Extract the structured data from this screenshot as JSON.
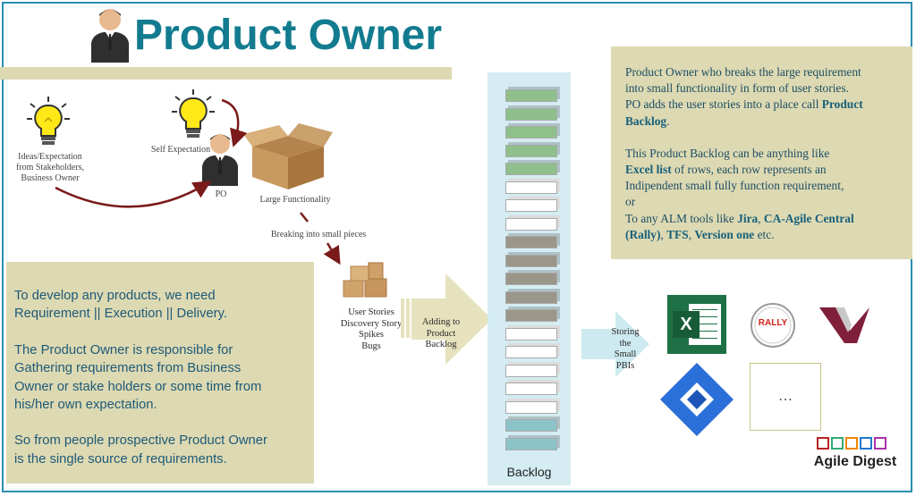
{
  "title": "Product Owner",
  "labels": {
    "ideas": "Ideas/Expectation from Stakeholders, Business Owner",
    "self_expectation": "Self Expectation",
    "po": "PO",
    "large_functionality": "Large Functionality",
    "breaking": "Breaking into small pieces",
    "pieces": [
      "User Stories",
      "Discovery Story",
      "Spikes",
      "Bugs"
    ],
    "adding": [
      "Adding to",
      "Product",
      "Backlog"
    ],
    "storing": [
      "Storing",
      "the",
      "Small",
      "PBIs"
    ],
    "backlog": "Backlog",
    "ellipsis": "…"
  },
  "left_note": {
    "p1_line1": "To develop any products, we need",
    "p1_line2": "Requirement  || Execution || Delivery.",
    "p2_line1": "The Product Owner is responsible for",
    "p2_line2": "Gathering requirements from Business",
    "p2_line3": "Owner or stake holders or some time from",
    "p2_line4": "his/her own expectation.",
    "p3_line1": "So from people prospective Product Owner",
    "p3_line2": "is the single source of requirements."
  },
  "right_note": {
    "l1": "Product Owner who breaks the large requirement",
    "l2": "into small functionality  in form of user stories.",
    "l3a": "PO adds the user stories into a place call ",
    "l3b": "Product",
    "l4a": "Backlog",
    "l4b": ".",
    "l5": "This Product Backlog can be anything  like",
    "l6a": "Excel list",
    "l6b": " of rows, each row represents an",
    "l7": "Indipendent small fully function requirement,",
    "l8": "or",
    "l9a": "To any ALM tools like  ",
    "l9b": "Jira",
    "l9c": ", ",
    "l9d": "CA-Agile Central",
    "l10a": "(Rally)",
    "l10b": ", ",
    "l10c": "TFS",
    "l10d": ", ",
    "l10e": "Version one",
    "l10f": " etc."
  },
  "tools": {
    "excel_letter": "X",
    "rally": "RALLY"
  },
  "brand": "Agile Digest",
  "colors": {
    "title": "#137b8f",
    "note_bg": "#ddd9b2",
    "backlog_bg": "#d4ecf2",
    "block_green": "#8fbf8a",
    "block_white": "#ffffff",
    "block_gray": "#9b968a",
    "block_teal": "#8cc3c8",
    "arrow": "#7a1a1a"
  },
  "backlog_blocks": [
    "green",
    "green",
    "green",
    "green",
    "green",
    "white",
    "white",
    "white",
    "gray",
    "gray",
    "gray",
    "gray",
    "gray",
    "white",
    "white",
    "white",
    "white",
    "white",
    "teal",
    "teal"
  ]
}
